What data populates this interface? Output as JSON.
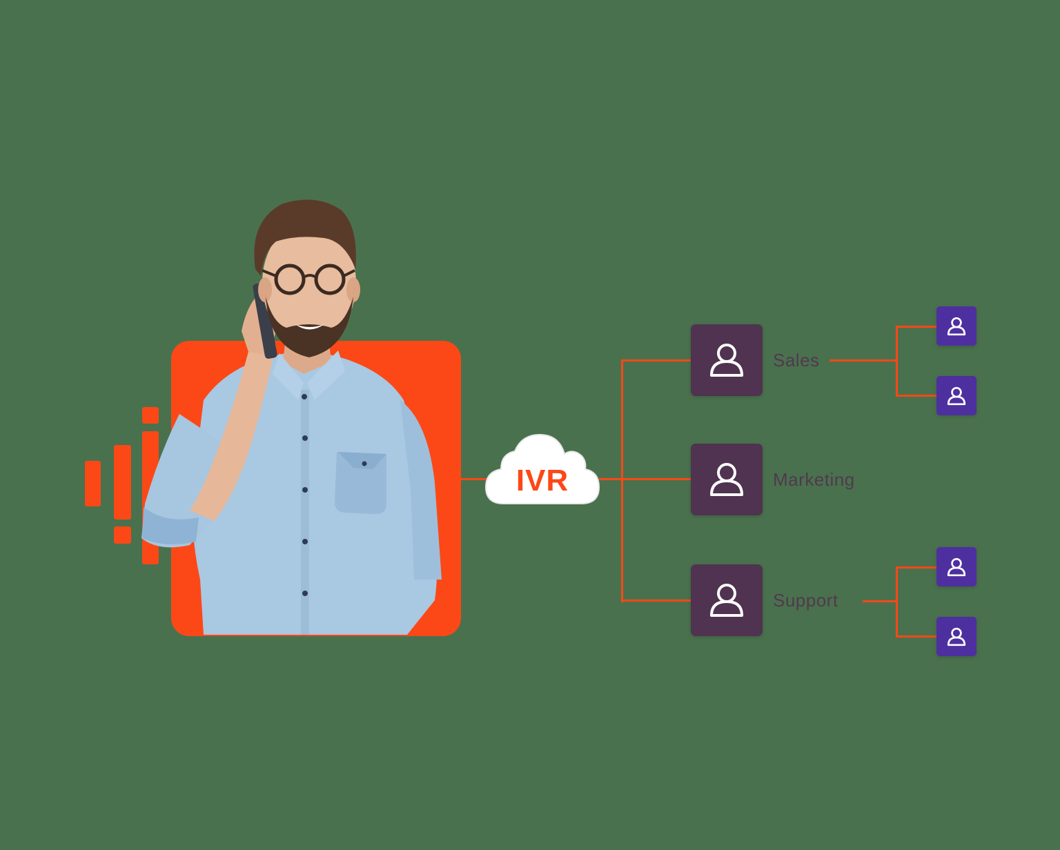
{
  "colors": {
    "background": "#4a714d",
    "accent": "#fc4817",
    "main_node": "#4f3350",
    "sub_node": "#4e2fa0",
    "label_text": "#4f3a4f",
    "cloud_fill": "#ffffff"
  },
  "caller": {
    "description": "Smiling man with glasses talking on phone",
    "icon": "sound-wave-icon"
  },
  "ivr": {
    "label": "IVR",
    "icon": "cloud-icon"
  },
  "departments": [
    {
      "label": "Sales",
      "icon": "user-icon",
      "agents": [
        {
          "icon": "user-icon"
        },
        {
          "icon": "user-icon"
        }
      ]
    },
    {
      "label": "Marketing",
      "icon": "user-icon",
      "agents": []
    },
    {
      "label": "Support",
      "icon": "user-icon",
      "agents": [
        {
          "icon": "user-icon"
        },
        {
          "icon": "user-icon"
        }
      ]
    }
  ]
}
